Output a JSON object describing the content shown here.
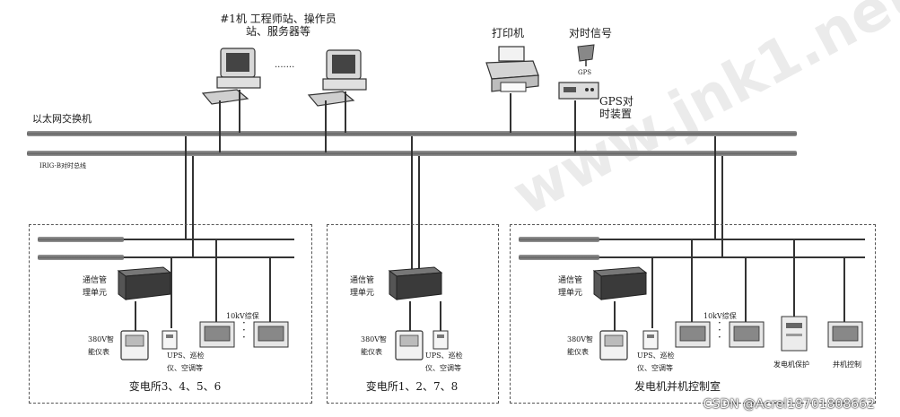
{
  "labels": {
    "workstations": "#1机 工程师站、操作员",
    "workstations_line2": "站、服务器等",
    "ellipsis": ".......",
    "printer": "打印机",
    "time_signal": "对时信号",
    "gps_small": "GPS",
    "gps_device_line1": "GPS对",
    "gps_device_line2": "时装置",
    "ethernet_switch": "以太网交换机",
    "irig_bus": "IRIG-B对时总线",
    "comm_unit_line1": "通信管",
    "comm_unit_line2": "理单元",
    "meter_line1": "380V智",
    "meter_line2": "能仪表",
    "ups_line1": "UPS、巡检",
    "ups_line2": "仪、空调等",
    "protect_10kv": "10kV综保",
    "gen_protect": "发电机保护",
    "grid_control": "并机控制"
  },
  "zones": [
    {
      "title": "变电所3、4、5、6"
    },
    {
      "title": "变电所1、2、7、8"
    },
    {
      "title": "发电机并机控制室"
    }
  ],
  "watermark": "www.jnk1.net",
  "signature": "CSDN @Acrel18701808662"
}
